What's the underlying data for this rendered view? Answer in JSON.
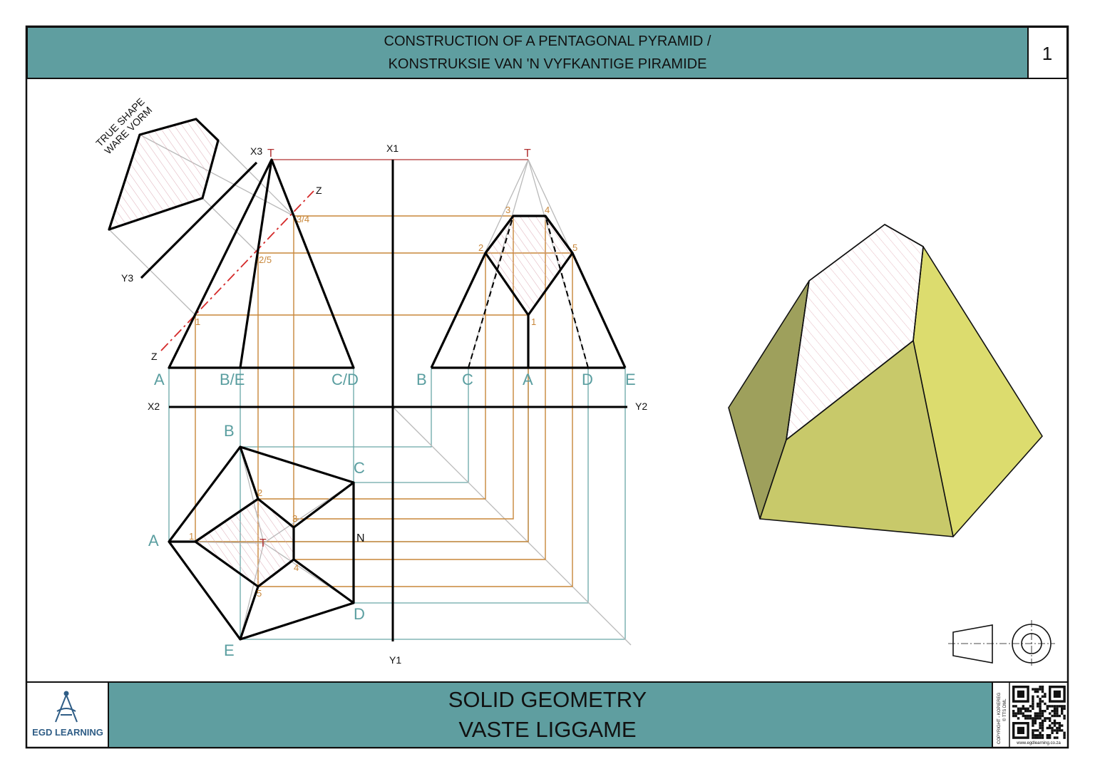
{
  "header": {
    "title_line1": "CONSTRUCTION OF A PENTAGONAL PYRAMID /",
    "title_line2": "KONSTRUKSIE VAN 'N VYFKANTIGE PIRAMIDE",
    "sheet_number": "1"
  },
  "footer": {
    "line1": "SOLID GEOMETRY",
    "line2": "VASTE LIGGAME",
    "logo_text": "EGD LEARNING",
    "copyright": "COPYRIGHT - KOPIEREG",
    "copyright2": "© TTS DML",
    "website": "www.egdlearning.co.za"
  },
  "drawing": {
    "true_shape_line1": "TRUE SHAPE",
    "true_shape_line2": "WARE VORM",
    "axes": {
      "x1": "X1",
      "y1": "Y1",
      "x2": "X2",
      "y2": "Y2",
      "x3": "X3",
      "y3": "Y3",
      "z": "Z"
    },
    "apex": "T",
    "front_labels": [
      "A",
      "B/E",
      "C/D"
    ],
    "side_labels": [
      "B",
      "C",
      "A",
      "D",
      "E"
    ],
    "top_labels": [
      "A",
      "B",
      "C",
      "D",
      "E",
      "N"
    ],
    "section_points_front": [
      "1",
      "2/5",
      "3/4"
    ],
    "section_points_side": [
      "1",
      "2",
      "3",
      "4",
      "5"
    ],
    "section_points_top": [
      "1",
      "2",
      "3",
      "4",
      "5"
    ]
  },
  "colors": {
    "header_band": "#5f9ea0",
    "solid_face_light": "#c8c96a",
    "solid_face_bright": "#dcdc6e",
    "solid_face_dark": "#9ea05c",
    "construction_teal": "#6aa7a8",
    "construction_orange": "#c8873a",
    "cutting_plane": "#d42a2a"
  }
}
